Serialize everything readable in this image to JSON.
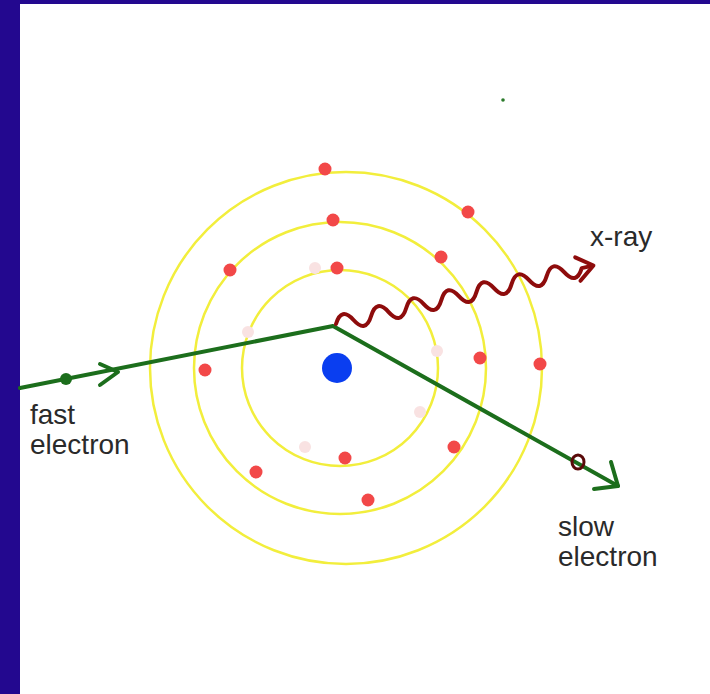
{
  "diagram": {
    "labels": [
      "x-ray",
      "fast electron",
      "slow electron"
    ]
  }
}
